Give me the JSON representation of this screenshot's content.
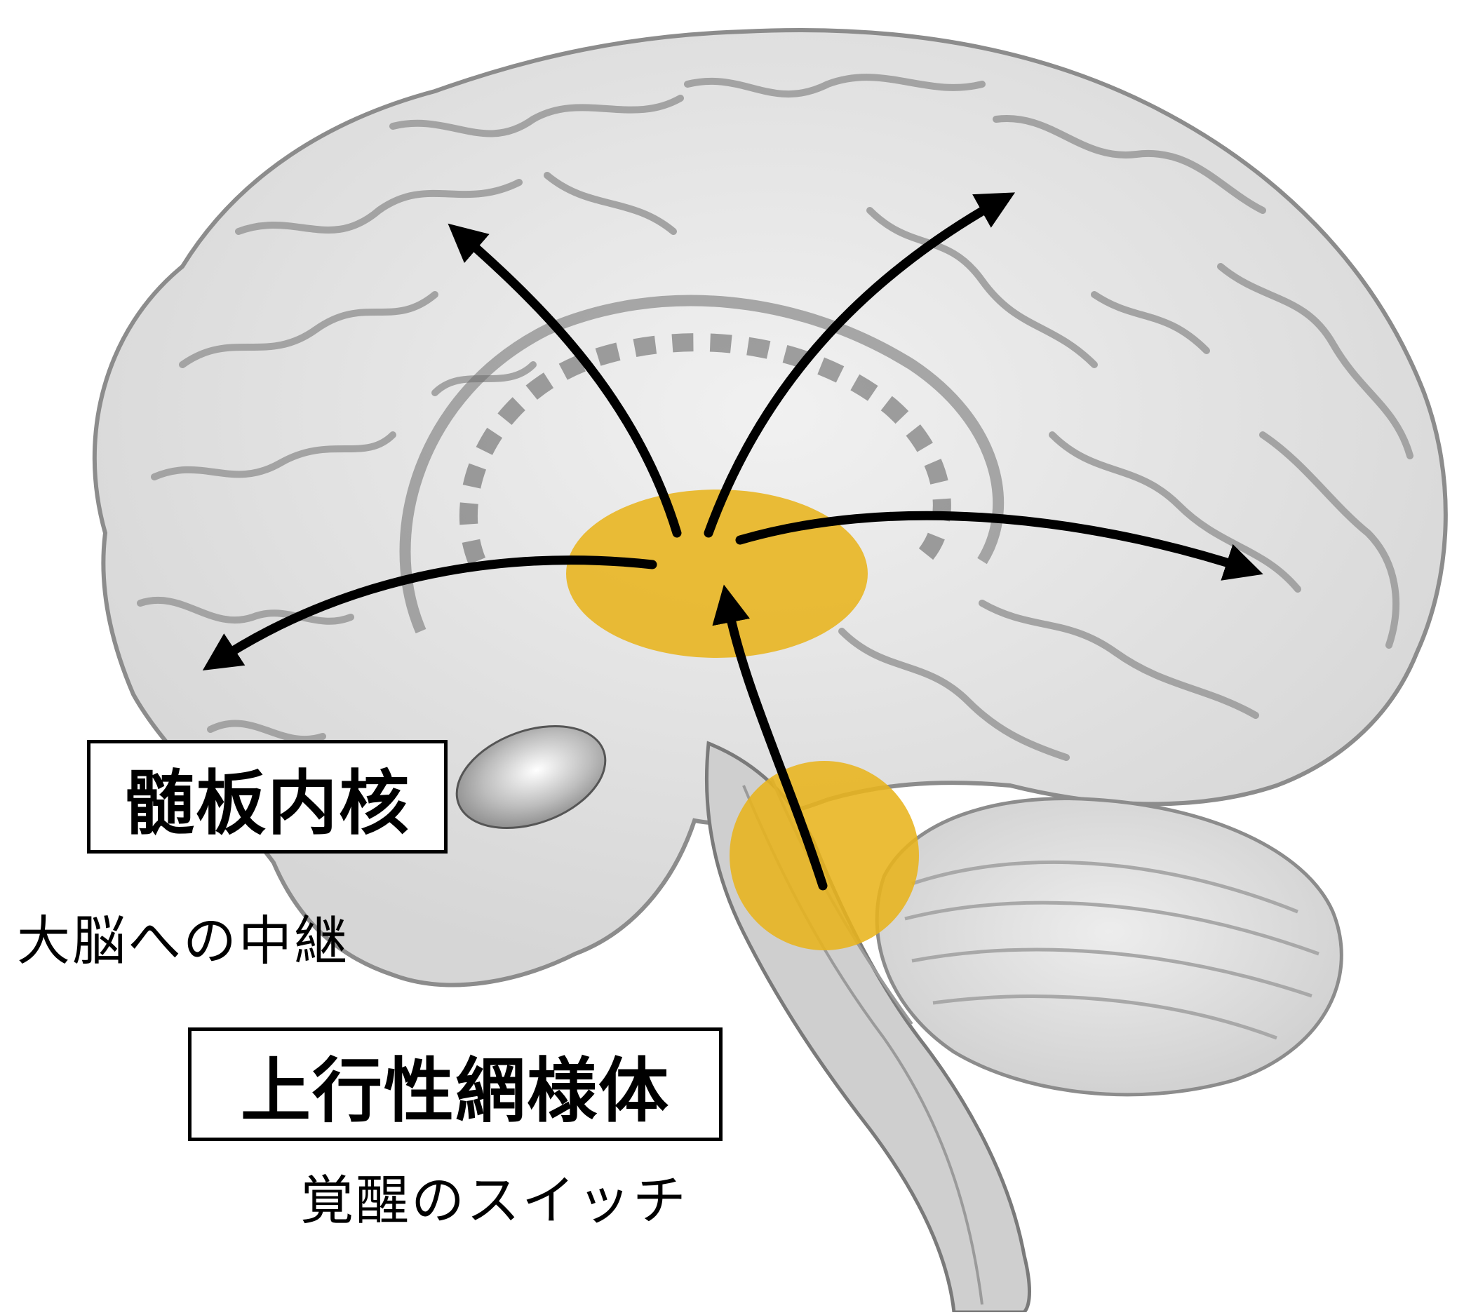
{
  "thalamus": {
    "label": "髄板内核",
    "caption": "大脳への中継"
  },
  "reticular_formation": {
    "label": "上行性網様体",
    "caption": "覚醒のスイッチ"
  },
  "colors": {
    "highlight": "#E8B41C",
    "arrow": "#000000",
    "brain_fill": "#E6E6E6",
    "brain_stroke": "#8C8C8C"
  }
}
